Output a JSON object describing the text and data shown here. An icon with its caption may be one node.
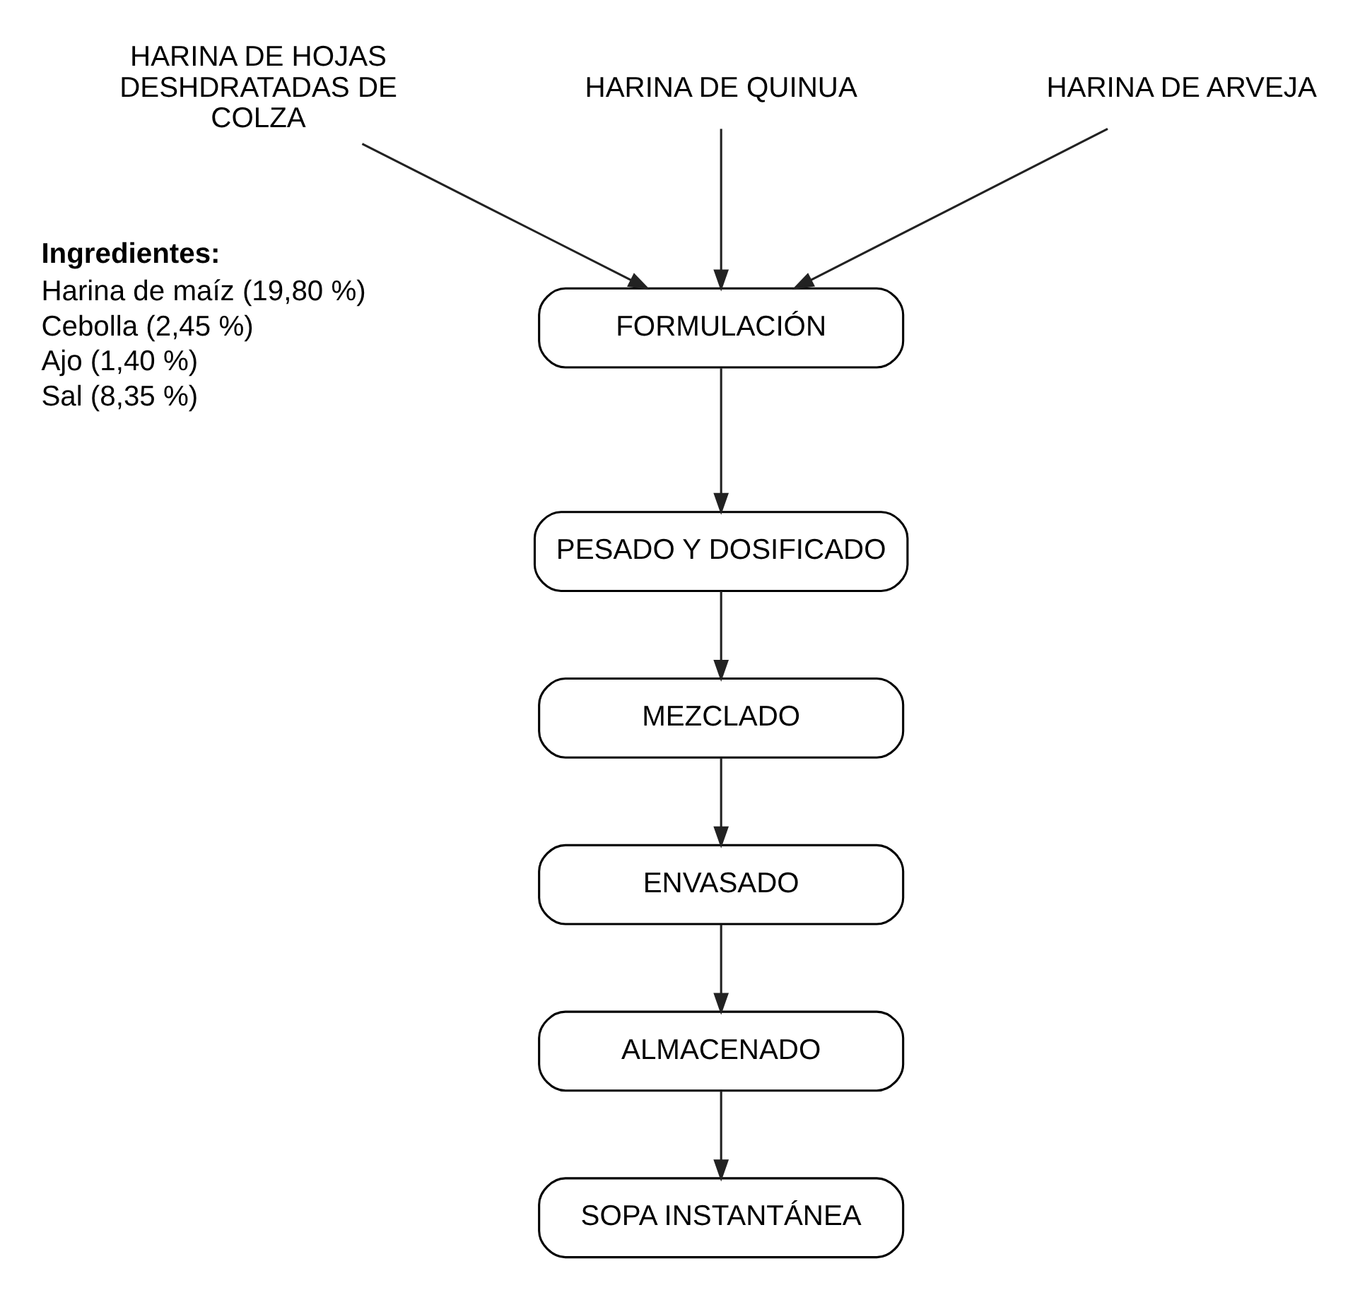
{
  "diagram": {
    "nodes": [
      {
        "text": [
          "HARINA DE HOJAS DESHDRATADAS DE COLZA"
        ]
      },
      {
        "text": [
          "HARINA DE QUINUA"
        ]
      },
      {
        "text": [
          "HARINA DE ARVEJA"
        ]
      },
      {
        "text": [
          "FORMULACIÓN"
        ]
      },
      {
        "text": [
          "PESADO Y DOSIFICADO"
        ]
      },
      {
        "text": [
          "MEZCLADO"
        ]
      },
      {
        "text": [
          "ENVASADO"
        ]
      },
      {
        "text": [
          "ALMACENADO"
        ]
      },
      {
        "text": [
          "SOPA INSTANTÁNEA"
        ]
      }
    ],
    "edges": [
      {
        "from": 0,
        "to": 3,
        "arrow": "to"
      },
      {
        "from": 1,
        "to": 3,
        "arrow": "to"
      },
      {
        "from": 2,
        "to": 3,
        "arrow": "to"
      },
      {
        "from": 3,
        "to": 4,
        "arrow": "to"
      },
      {
        "from": 4,
        "to": 5,
        "arrow": "to"
      },
      {
        "from": 5,
        "to": 6,
        "arrow": "to"
      },
      {
        "from": 6,
        "to": 7,
        "arrow": "to"
      },
      {
        "from": 7,
        "to": 8,
        "arrow": "to"
      }
    ],
    "labels": [
      "Ingredientes:",
      "Harina de maíz (19,80 %)",
      "Cebolla (2,45 %)",
      "Ajo (1,40 %)",
      "Sal (8,35 %)"
    ]
  }
}
